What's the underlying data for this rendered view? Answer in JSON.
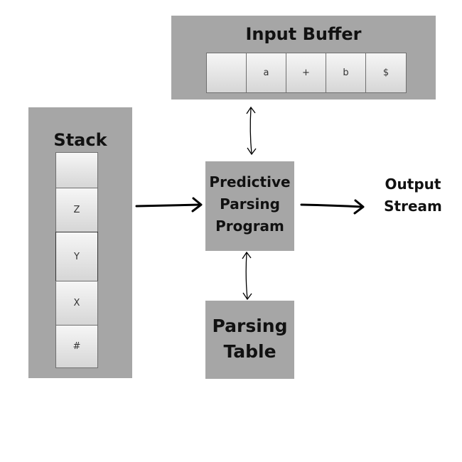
{
  "input_buffer": {
    "title": "Input Buffer",
    "cells": [
      "",
      "a",
      "+",
      "b",
      "$"
    ]
  },
  "stack": {
    "title": "Stack",
    "cells": [
      "",
      "Z",
      "Y",
      "X",
      "#"
    ]
  },
  "program": {
    "lines": [
      "Predictive",
      "Parsing",
      "Program"
    ]
  },
  "parsing_table": {
    "lines": [
      "Parsing",
      "Table"
    ]
  },
  "output": {
    "lines": [
      "Output",
      "Stream"
    ]
  },
  "colors": {
    "panel": "#a6a6a6",
    "cell_top": "#f6f6f6",
    "cell_bottom": "#d6d6d6",
    "arrow": "#000000"
  }
}
